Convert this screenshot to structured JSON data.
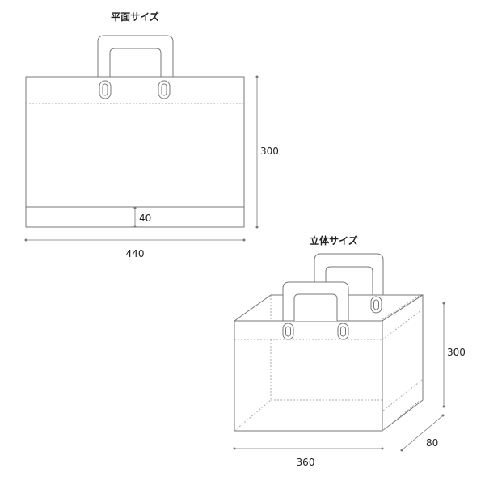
{
  "flat_view": {
    "title": "平面サイズ",
    "width_label": "440",
    "height_label": "300",
    "bottom_label": "40"
  },
  "box_view": {
    "title": "立体サイズ",
    "width_label": "360",
    "height_label": "300",
    "depth_label": "80"
  }
}
